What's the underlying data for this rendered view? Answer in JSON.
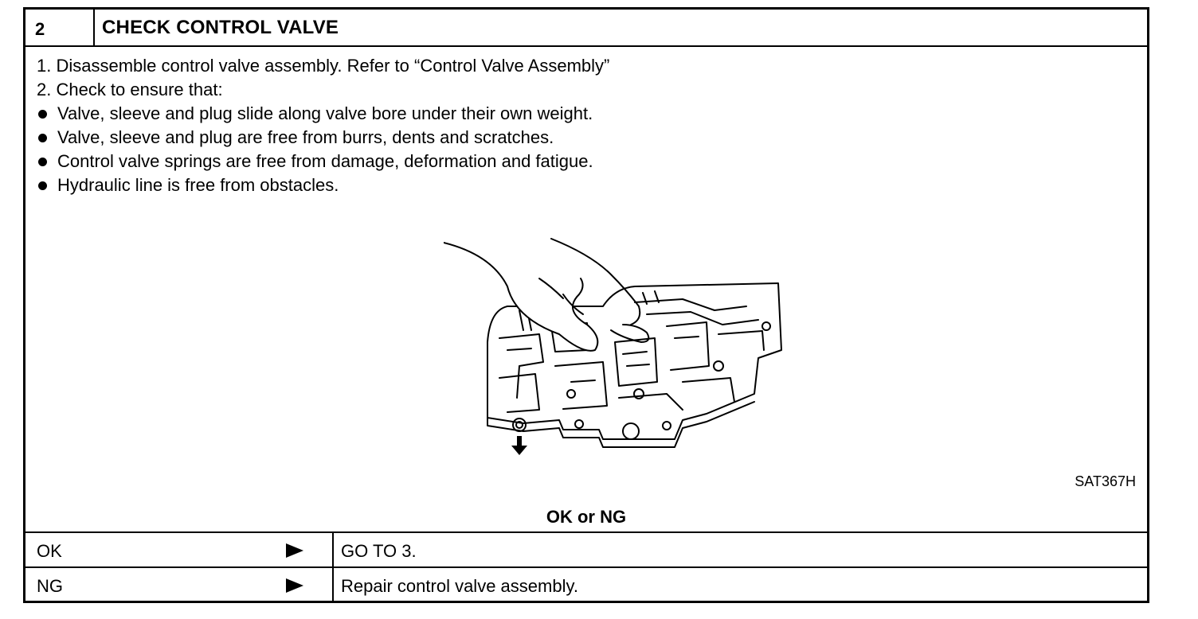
{
  "header": {
    "step_number": "2",
    "title": "CHECK CONTROL VALVE"
  },
  "instructions": {
    "steps": [
      "1.  Disassemble control valve assembly. Refer to “Control Valve Assembly”",
      "2.  Check to ensure that:"
    ],
    "bullets": [
      "Valve, sleeve and plug slide along valve bore under their own weight.",
      "Valve, sleeve and plug are free from burrs, dents and scratches.",
      "Control valve springs are free from damage, deformation and fatigue.",
      "Hydraulic line is free from obstacles."
    ]
  },
  "figure": {
    "code": "SAT367H"
  },
  "result_prompt": "OK or NG",
  "results": [
    {
      "label": "OK",
      "action": "GO TO 3."
    },
    {
      "label": "NG",
      "action": "Repair control valve assembly."
    }
  ]
}
